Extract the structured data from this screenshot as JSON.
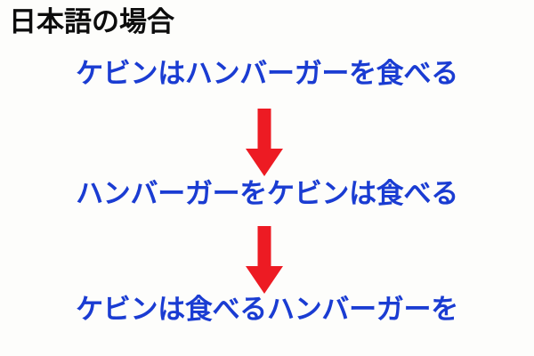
{
  "slide": {
    "background_color": "#fdfdfb",
    "title": "日本語の場合",
    "title_color": "#0d0d0d",
    "sentence_color": "#1a3cd2",
    "arrow_color": "#ed1b23",
    "sentences": [
      {
        "text": "ケビンはハンバーガーを食べる"
      },
      {
        "text": "ハンバーガーをケビンは食べる"
      },
      {
        "text": "ケビンは食べるハンバーガーを"
      }
    ],
    "arrows": [
      {
        "direction": "down"
      },
      {
        "direction": "down"
      }
    ]
  }
}
